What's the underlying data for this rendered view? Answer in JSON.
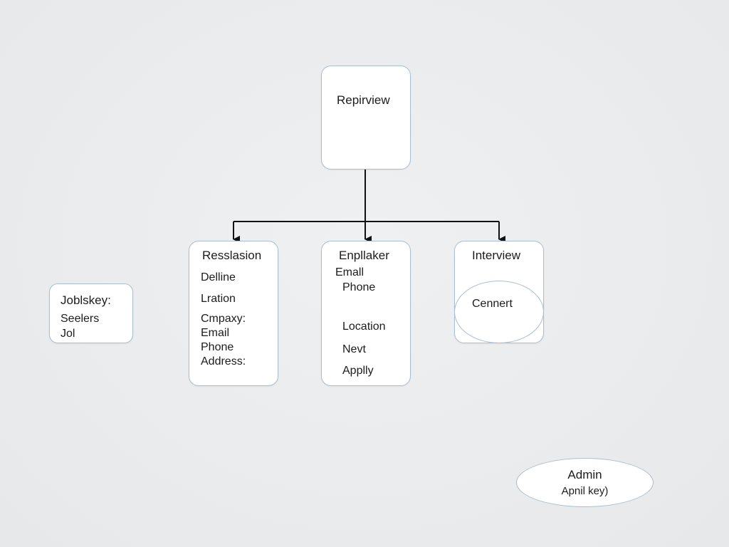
{
  "diagram": {
    "top_node": {
      "title": "Repirview"
    },
    "left_node": {
      "title": "Joblskey:",
      "lines": [
        "Seelers",
        "Jol"
      ]
    },
    "node_a": {
      "title": "Resslasion",
      "lines": [
        "Delline",
        "Lration",
        "Cmpaxy:",
        "Email",
        "Phone",
        "Address:"
      ]
    },
    "node_b": {
      "title": "Enpllaker",
      "lines": [
        "Emall",
        "Phone",
        "Location",
        "Nevt",
        "Applly"
      ]
    },
    "node_c": {
      "title": "Interview",
      "inner": "Cennert"
    },
    "admin": {
      "title": "Admin",
      "subtitle": "Apnil key)"
    },
    "colors": {
      "node_border": "#a9bfd0",
      "node_fill": "#ffffff",
      "connector": "#111111",
      "background": "#e9ebed"
    }
  }
}
